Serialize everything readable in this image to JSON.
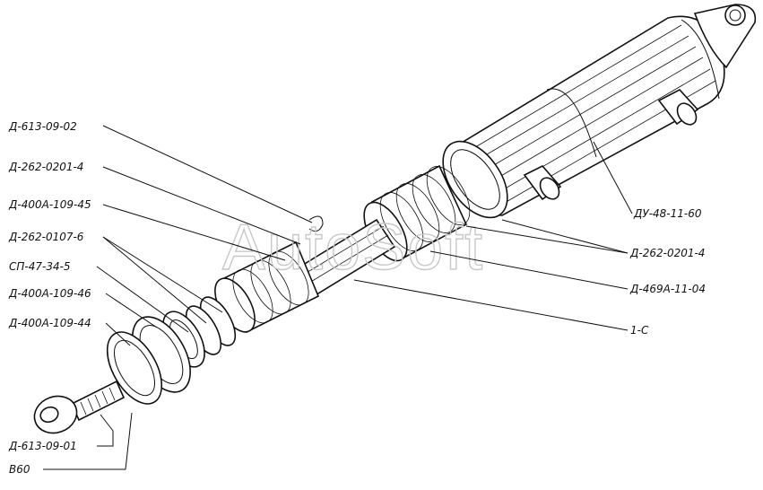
{
  "watermark": "AutoSoft",
  "labels": {
    "d613_09_02": "Д-613-09-02",
    "d262_0201_4_left": "Д-262-0201-4",
    "d400a_109_45": "Д-400А-109-45",
    "d262_0107_6": "Д-262-0107-6",
    "sp_47_34_5": "СП-47-34-5",
    "d400a_109_46": "Д-400А-109-46",
    "d400a_109_44": "Д-400А-109-44",
    "d613_09_01": "Д-613-09-01",
    "v60": "В60",
    "du_48_11_60": "ДУ-48-11-60",
    "d262_0201_4_right": "Д-262-0201-4",
    "d469a_11_04": "Д-469А-11-04",
    "c1": "1-С"
  },
  "colors": {
    "ink": "#111111",
    "paper": "#ffffff",
    "watermark": "#c8c8c8"
  }
}
